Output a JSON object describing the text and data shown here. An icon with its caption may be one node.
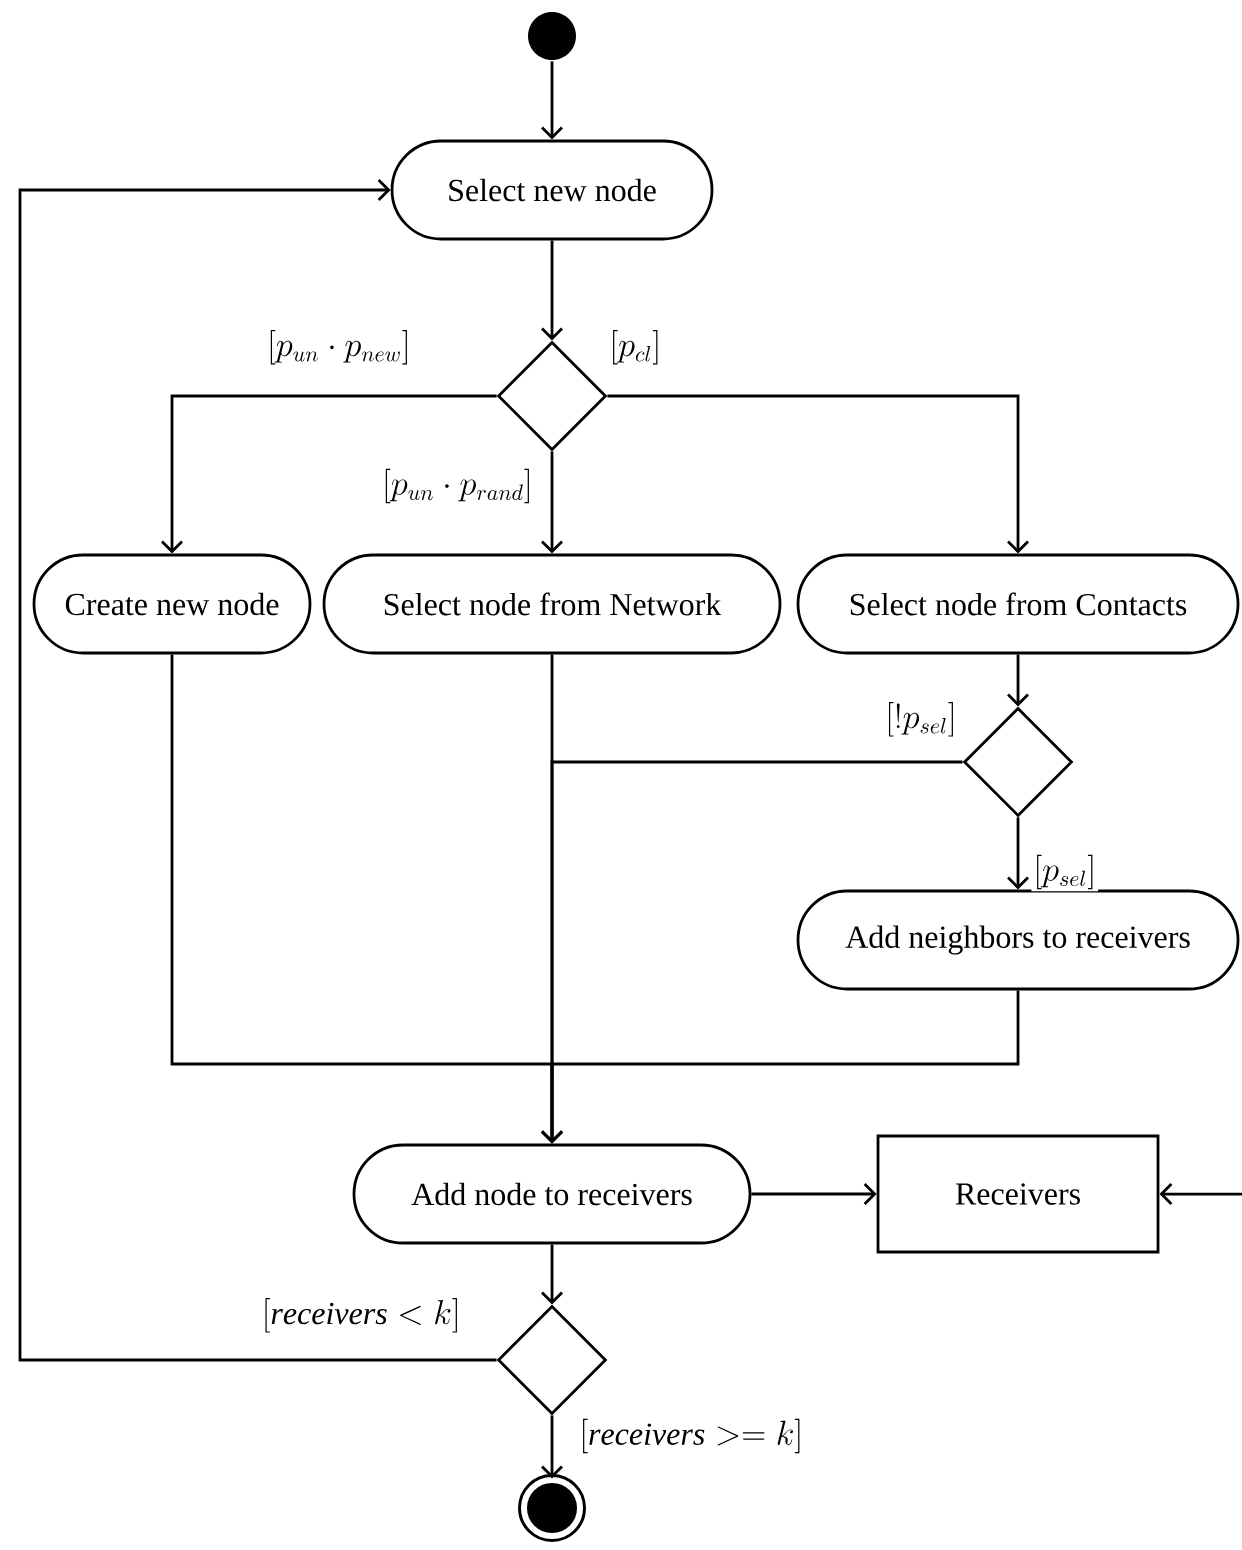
{
  "diagram": {
    "nodes": [
      {
        "text": [],
        "shape": "circle"
      },
      {
        "text": [
          "Select new node"
        ]
      },
      {
        "text": [],
        "shape": "diamond"
      },
      {
        "text": [
          "Create new node"
        ]
      },
      {
        "text": [
          "Select node from Network"
        ]
      },
      {
        "text": [
          "Select node from Contacts"
        ]
      },
      {
        "text": [],
        "shape": "diamond"
      },
      {
        "text": [
          "Add neighbors to receivers"
        ]
      },
      {
        "text": [
          "Add node to receivers"
        ]
      },
      {
        "text": [
          "Receivers"
        ]
      },
      {
        "text": [],
        "shape": "diamond"
      },
      {
        "text": [],
        "shape": "circle"
      }
    ],
    "edges": [
      {
        "from": 0,
        "to": 1,
        "arrow": "to"
      },
      {
        "from": 1,
        "to": 2,
        "arrow": "to"
      },
      {
        "from": 2,
        "to": 3,
        "arrow": "to",
        "label": "[p_{un} \\cdot p_{new}]"
      },
      {
        "from": 2,
        "to": 4,
        "arrow": "to",
        "label": "[p_{un} \\cdot p_{rand}]"
      },
      {
        "from": 2,
        "to": 5,
        "arrow": "to",
        "label": "[p_{cl}]"
      },
      {
        "from": 5,
        "to": 6,
        "arrow": "to"
      },
      {
        "from": 6,
        "to": 8,
        "arrow": "to",
        "label": "[!p_{sel}]"
      },
      {
        "from": 6,
        "to": 7,
        "arrow": "to",
        "label": "[p_{sel}]"
      },
      {
        "from": 3,
        "to": 8,
        "arrow": "to"
      },
      {
        "from": 4,
        "to": 8,
        "arrow": "to"
      },
      {
        "from": 7,
        "to": 8,
        "arrow": "to"
      },
      {
        "from": 8,
        "to": 9,
        "arrow": "to"
      },
      {
        "from": null,
        "to": 9,
        "arrow": "to"
      },
      {
        "from": 8,
        "to": 10,
        "arrow": "to"
      },
      {
        "from": 10,
        "to": 1,
        "arrow": "to",
        "label": "[\\mathit{receivers} < k]"
      },
      {
        "from": 10,
        "to": 11,
        "arrow": "to",
        "label": "[\\mathit{receivers} >= k]"
      }
    ]
  }
}
